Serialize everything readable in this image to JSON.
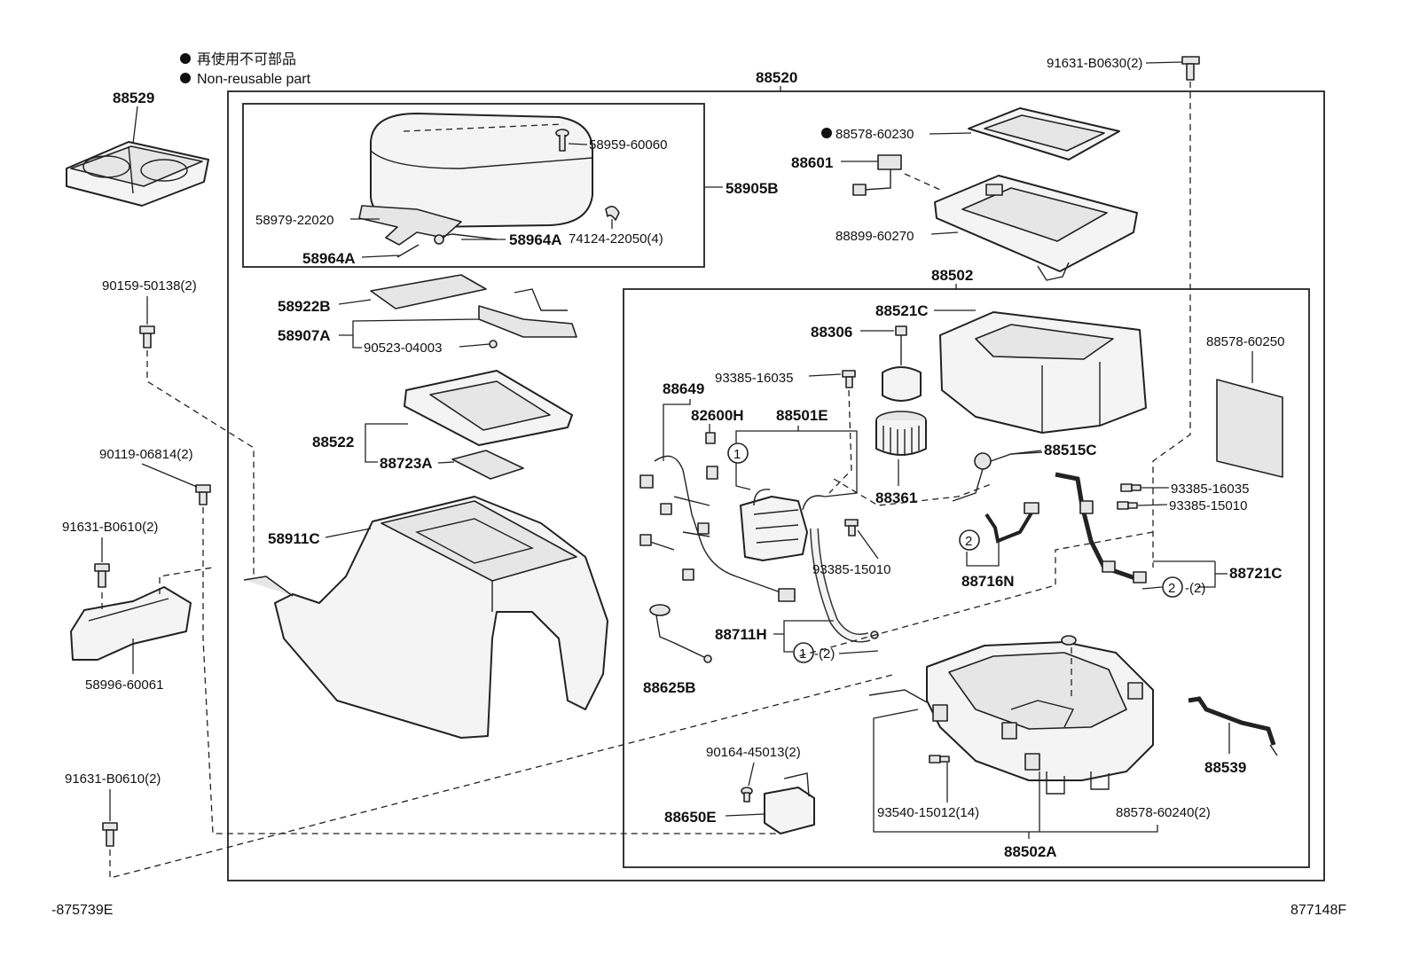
{
  "legend": {
    "note_jp": "再使用不可部品",
    "note_en": "Non-reusable part"
  },
  "footer": {
    "left_code": "-875739E",
    "right_code": "877148F"
  },
  "labels": {
    "p88529": "88529",
    "p88520": "88520",
    "p91631_b0630": "91631-B0630(2)",
    "p58959": "58959-60060",
    "p58905b": "58905B",
    "p58979": "58979-22020",
    "p58964a_r": "58964A",
    "p74124": "74124-22050(4)",
    "p58964a_l": "58964A",
    "p88578_60230": "88578-60230",
    "p88601": "88601",
    "p88899": "88899-60270",
    "p88502": "88502",
    "p90159": "90159-50138(2)",
    "p58922b": "58922B",
    "p58907a": "58907A",
    "p90523": "90523-04003",
    "p88521c": "88521C",
    "p88306": "88306",
    "p88578_60250": "88578-60250",
    "p93385_16035_top": "93385-16035",
    "p88649": "88649",
    "p82600h": "82600H",
    "p88501e": "88501E",
    "p88522": "88522",
    "p88723a": "88723A",
    "p90119": "90119-06814(2)",
    "p88515c": "88515C",
    "p88361": "88361",
    "p93385_16035_r": "93385-16035",
    "p93385_15010_r": "93385-15010",
    "p91631_b0610_a": "91631-B0610(2)",
    "p58911c": "58911C",
    "p93385_15010_c": "93385-15010",
    "p88716n": "88716N",
    "p88721c": "88721C",
    "p88711h": "88711H",
    "p58996": "58996-60061",
    "p88625b": "88625B",
    "p88539": "88539",
    "p90164": "90164-45013(2)",
    "p91631_b0610_b": "91631-B0610(2)",
    "p88650e": "88650E",
    "p93540": "93540-15012(14)",
    "p88578_60240": "88578-60240(2)",
    "p88502a": "88502A",
    "circle_1_top": "1",
    "circle_1_bot": "1",
    "circle_1_bot_qty": "-(2)",
    "circle_2_a": "2",
    "circle_2_b": "2",
    "circle_2_b_qty": "-(2)"
  }
}
